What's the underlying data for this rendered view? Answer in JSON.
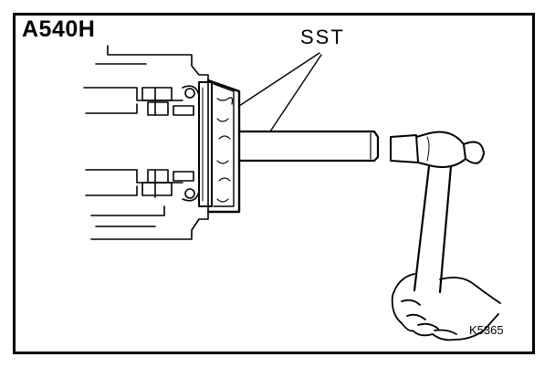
{
  "model_label": "A540H",
  "callout_label": "SST",
  "figure_code": "K5365",
  "colors": {
    "ink": "#000000",
    "paper": "#ffffff"
  }
}
